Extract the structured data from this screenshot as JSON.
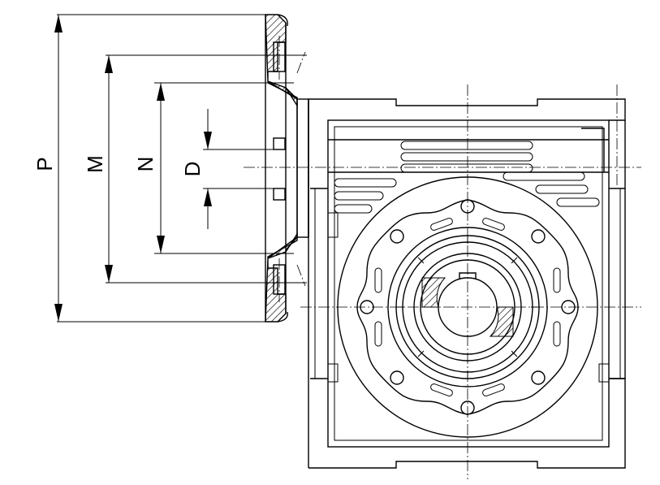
{
  "diagram": {
    "dimensions": [
      {
        "label": "P"
      },
      {
        "label": "M"
      },
      {
        "label": "N"
      },
      {
        "label": "D"
      }
    ],
    "colors": {
      "line": "#000000",
      "background": "#ffffff"
    }
  }
}
